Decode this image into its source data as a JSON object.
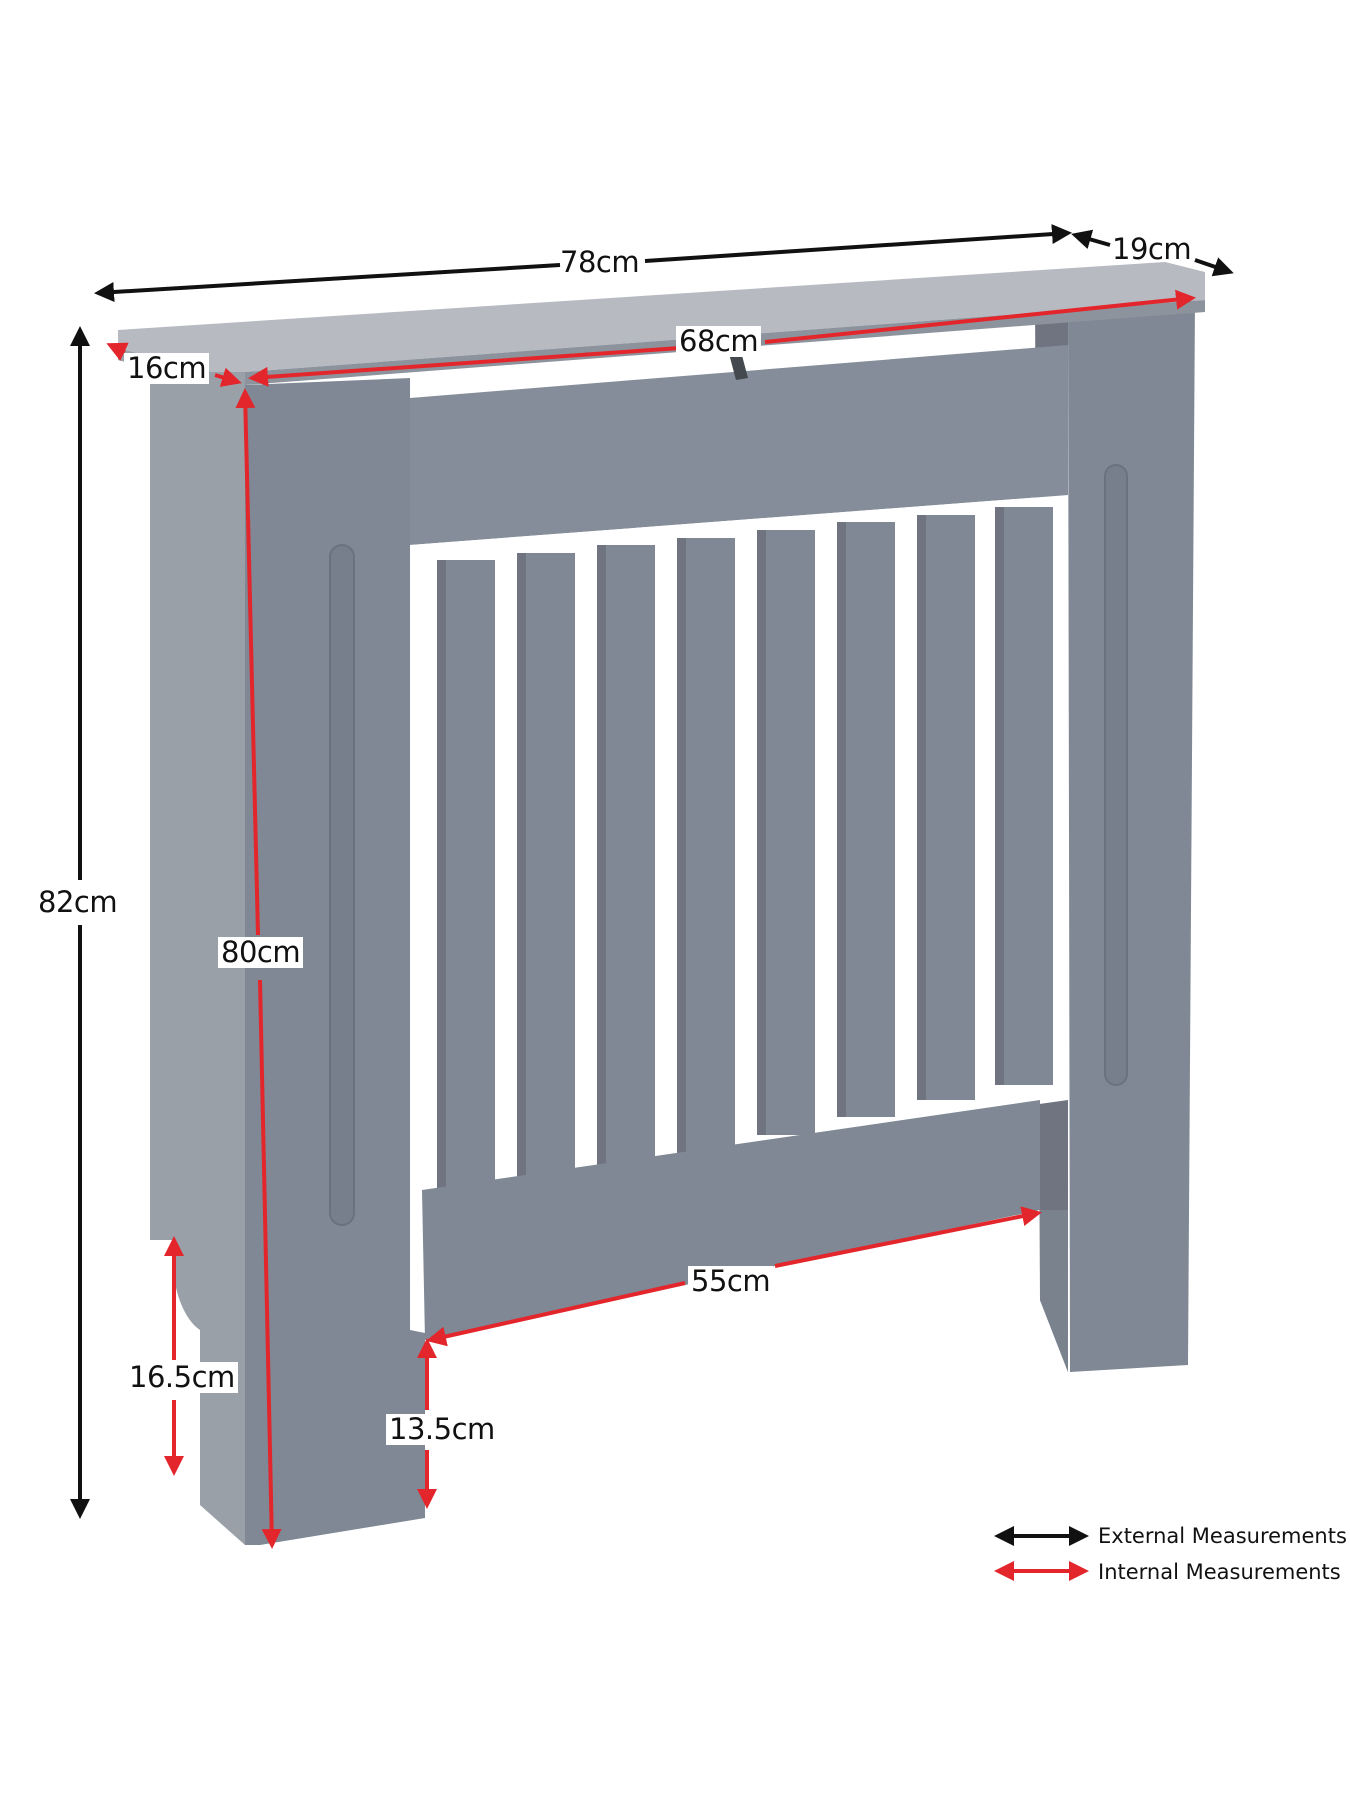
{
  "diagram": {
    "subject": "Radiator cover",
    "colors": {
      "panel_front": "#7d8794",
      "panel_side": "#9aa0a8",
      "top_surface": "#b7bac0",
      "top_edge": "#8c939c",
      "slat_shadow": "#6f7480",
      "background": "#ffffff",
      "external_arrow": "#111111",
      "internal_arrow": "#e3262b"
    },
    "measurements": {
      "external": [
        {
          "id": "width",
          "label": "78cm"
        },
        {
          "id": "depth_top",
          "label": "19cm"
        },
        {
          "id": "height",
          "label": "82cm"
        }
      ],
      "internal": [
        {
          "id": "inner_width",
          "label": "68cm"
        },
        {
          "id": "inner_depth",
          "label": "16cm"
        },
        {
          "id": "inner_height",
          "label": "80cm"
        },
        {
          "id": "foot_cutout_side",
          "label": "16.5cm"
        },
        {
          "id": "foot_clearance_front",
          "label": "13.5cm"
        },
        {
          "id": "bottom_opening",
          "label": "55cm"
        }
      ]
    },
    "slat_count": 8,
    "legend": [
      {
        "type": "external",
        "label": "External Measurements",
        "color": "#111111"
      },
      {
        "type": "internal",
        "label": "Internal Measurements",
        "color": "#e3262b"
      }
    ]
  }
}
